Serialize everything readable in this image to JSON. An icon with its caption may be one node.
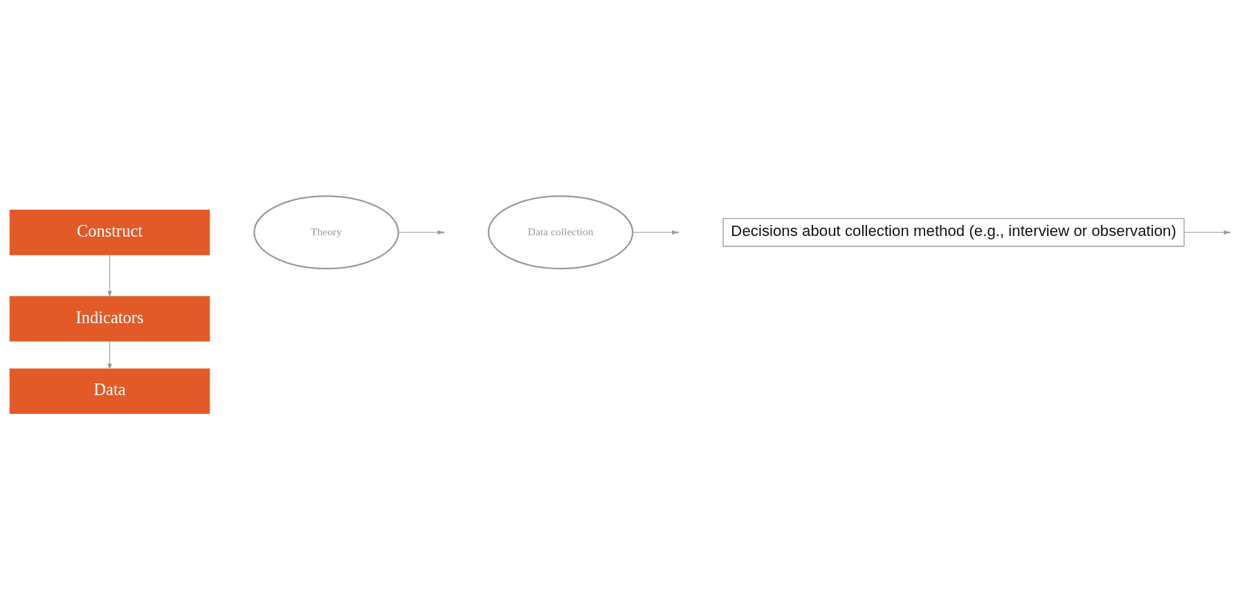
{
  "diagram": {
    "nodes": [
      {
        "text": [
          "Construct"
        ]
      },
      {
        "text": [
          "Theory"
        ]
      },
      {
        "text": [
          "Indicators"
        ]
      },
      {
        "text": [
          "Data collection"
        ]
      },
      {
        "text": [
          "Decisions about collection method (e.g., interview or observation)"
        ]
      },
      {
        "text": [
          "Data"
        ]
      }
    ],
    "edges": [
      {
        "from": 0,
        "to": 2,
        "arrow": "to"
      },
      {
        "from": 1,
        "to": null,
        "arrow": "to"
      },
      {
        "from": 2,
        "to": 5,
        "arrow": "to"
      },
      {
        "from": 3,
        "to": null,
        "arrow": "to"
      },
      {
        "from": 4,
        "to": null,
        "arrow": "to"
      }
    ]
  }
}
